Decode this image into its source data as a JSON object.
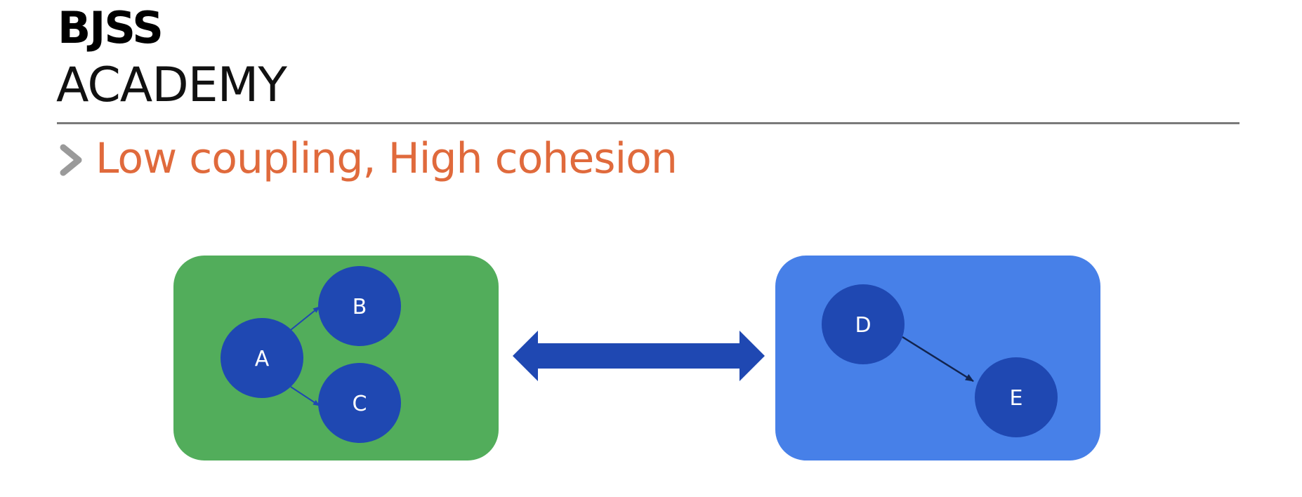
{
  "logo": {
    "line1": "BJSS",
    "line2": "ACADEMY"
  },
  "slide": {
    "title": "Low coupling, High cohesion"
  },
  "diagram": {
    "left_module": {
      "color": "#52ad5b",
      "nodes": [
        "A",
        "B",
        "C"
      ]
    },
    "right_module": {
      "color": "#4780e8",
      "nodes": [
        "D",
        "E"
      ]
    },
    "node_color": "#1f48b2",
    "connector_color": "#1f48b2",
    "title_color": "#e06a3c"
  }
}
